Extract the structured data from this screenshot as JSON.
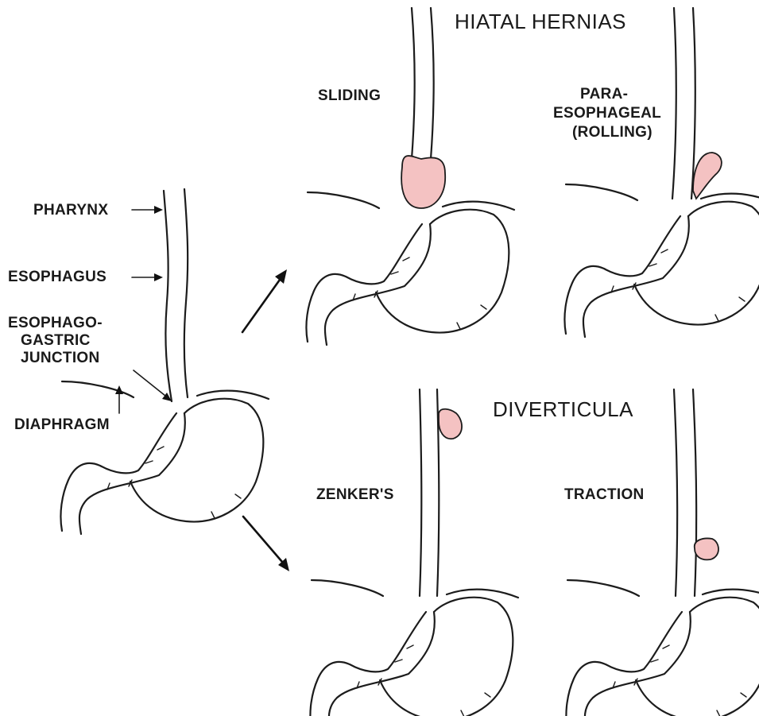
{
  "headings": {
    "hiatal_hernias": "HIATAL HERNIAS",
    "diverticula": "DIVERTICULA"
  },
  "anatomy_labels": {
    "pharynx": "PHARYNX",
    "esophagus": "ESOPHAGUS",
    "ej_line1": "ESOPHAGO-",
    "ej_line2": "GASTRIC",
    "ej_line3": "JUNCTION",
    "diaphragm": "DIAPHRAGM"
  },
  "panels": {
    "sliding": "SLIDING",
    "para_line1": "PARA-",
    "para_line2": "ESOPHAGEAL",
    "para_line3": "(ROLLING)",
    "zenker": "ZENKER'S",
    "traction": "TRACTION"
  },
  "colors": {
    "lesion": "#f4c2c2",
    "outline": "#1c1c1c",
    "background": "#ffffff"
  }
}
